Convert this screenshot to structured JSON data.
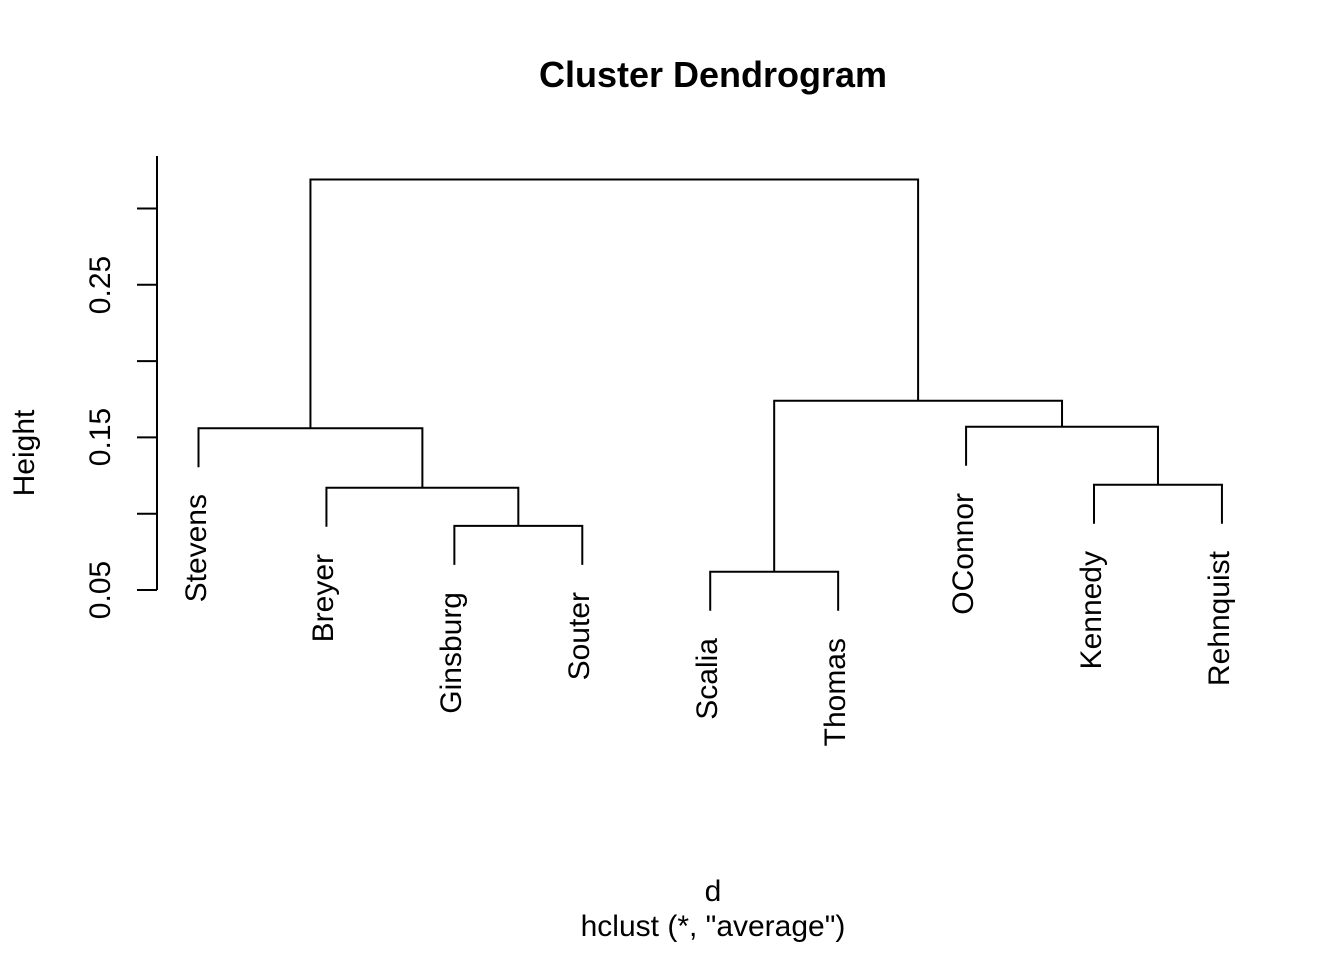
{
  "colors": {
    "background": "#ffffff",
    "line": "#000000",
    "text": "#000000"
  },
  "chart_data": {
    "type": "dendrogram",
    "title": "Cluster Dendrogram",
    "ylabel": "Height",
    "xlabel_line1": "d",
    "xlabel_line2": "hclust (*, \"average\")",
    "clustering_method": "average",
    "distance_object_name": "d",
    "leaves": [
      "Stevens",
      "Breyer",
      "Ginsburg",
      "Souter",
      "Scalia",
      "Thomas",
      "OConnor",
      "Kennedy",
      "Rehnquist"
    ],
    "merges": [
      {
        "id": "m1",
        "height": 0.062,
        "children": [
          "Scalia",
          "Thomas"
        ]
      },
      {
        "id": "m2",
        "height": 0.092,
        "children": [
          "Ginsburg",
          "Souter"
        ]
      },
      {
        "id": "m3",
        "height": 0.117,
        "children": [
          "Breyer",
          "m2"
        ]
      },
      {
        "id": "m4",
        "height": 0.119,
        "children": [
          "Kennedy",
          "Rehnquist"
        ]
      },
      {
        "id": "m5",
        "height": 0.156,
        "children": [
          "Stevens",
          "m3"
        ]
      },
      {
        "id": "m6",
        "height": 0.157,
        "children": [
          "OConnor",
          "m4"
        ]
      },
      {
        "id": "m7",
        "height": 0.174,
        "children": [
          "m1",
          "m6"
        ]
      },
      {
        "id": "m8",
        "height": 0.319,
        "children": [
          "m5",
          "m7"
        ]
      }
    ],
    "yaxis_ticks": [
      {
        "value": 0.05,
        "label": "0.05"
      },
      {
        "value": 0.1,
        "label": ""
      },
      {
        "value": 0.15,
        "label": "0.15"
      },
      {
        "value": 0.2,
        "label": ""
      },
      {
        "value": 0.25,
        "label": "0.25"
      },
      {
        "value": 0.3,
        "label": ""
      }
    ],
    "yaxis_shown_range": [
      0.05,
      0.33
    ],
    "legend": "none",
    "grid": "off"
  }
}
